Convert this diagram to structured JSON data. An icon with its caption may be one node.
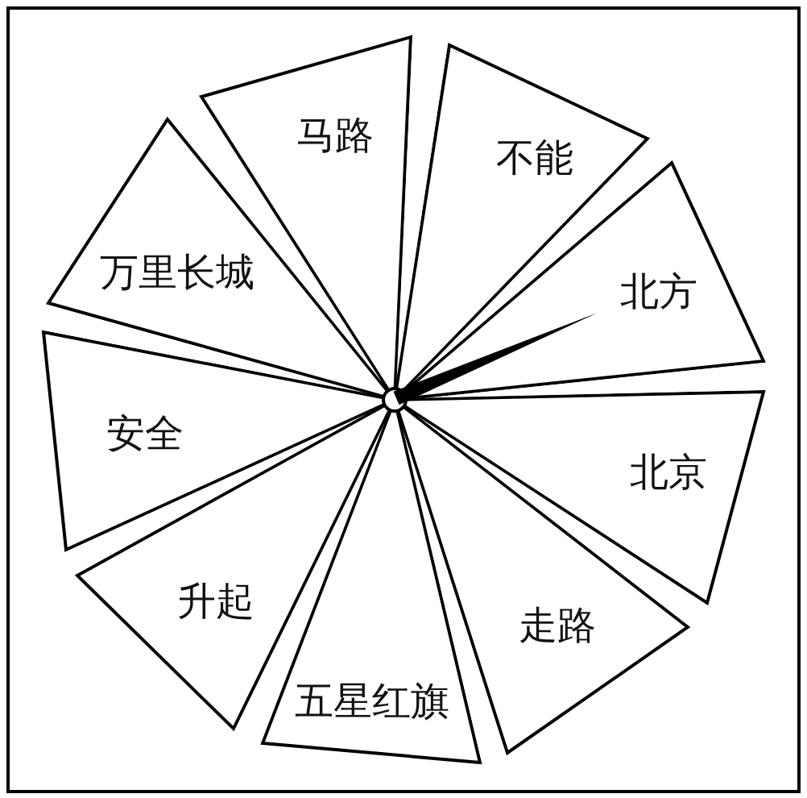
{
  "diagram": {
    "nodes": [
      {
        "text": [
          "马路"
        ]
      },
      {
        "text": [
          "不能"
        ]
      },
      {
        "text": [
          "北方"
        ]
      },
      {
        "text": [
          "北京"
        ]
      },
      {
        "text": [
          "走路"
        ]
      },
      {
        "text": [
          "五星红旗"
        ]
      },
      {
        "text": [
          "升起"
        ]
      },
      {
        "text": [
          "安全"
        ]
      },
      {
        "text": [
          "万里长城"
        ]
      }
    ]
  }
}
